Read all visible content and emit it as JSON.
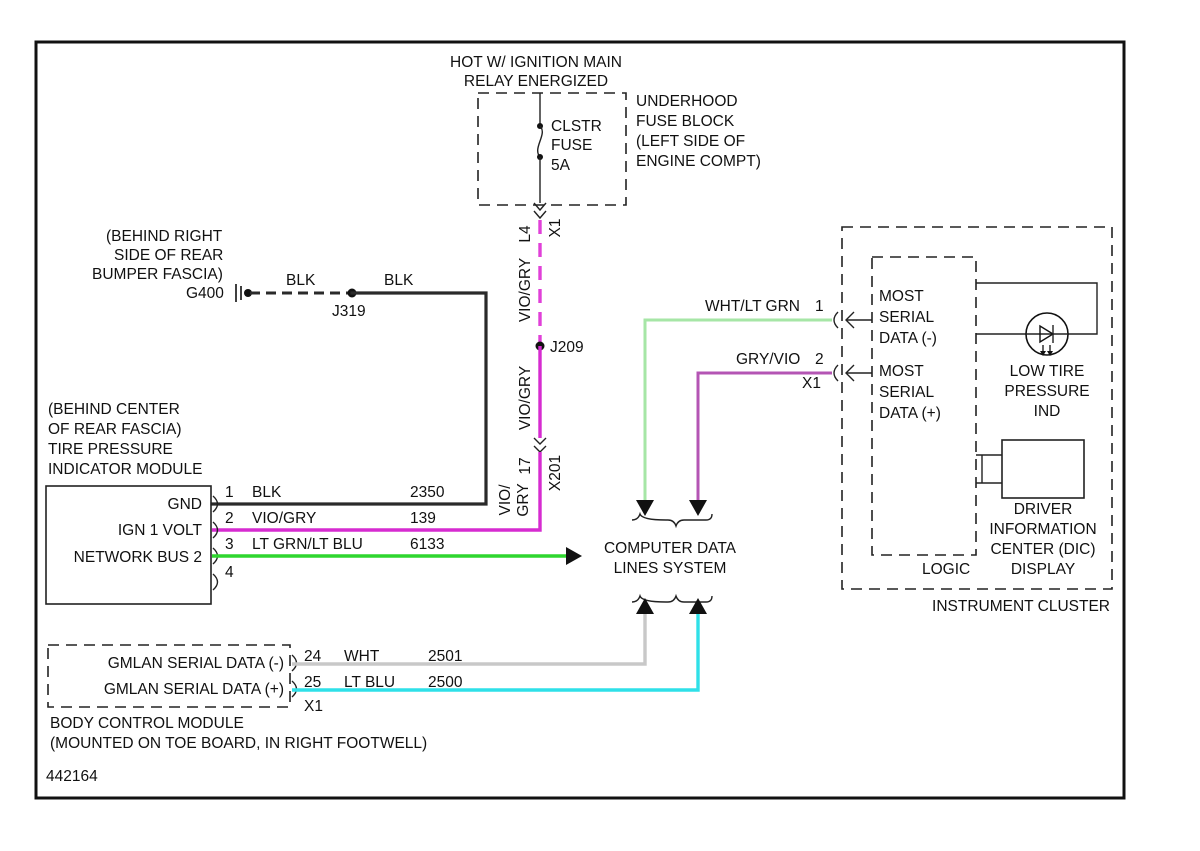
{
  "header": {
    "power_line1": "HOT W/ IGNITION MAIN",
    "power_line2": "RELAY ENERGIZED"
  },
  "fuse_block": {
    "label_lines": [
      "UNDERHOOD",
      "FUSE BLOCK",
      "(LEFT SIDE OF",
      "ENGINE COMPT)"
    ],
    "fuse_lines": [
      "CLSTR",
      "FUSE",
      "5A"
    ],
    "connector": "X1",
    "pin": "L4"
  },
  "ground": {
    "location_lines": [
      "(BEHIND RIGHT",
      "SIDE OF REAR",
      "BUMPER FASCIA)"
    ],
    "name": "G400",
    "splice": "J319",
    "wire_color_left": "BLK",
    "wire_color_right": "BLK"
  },
  "vertical_feed": {
    "color_upper": "VIO/GRY",
    "splice": "J209",
    "color_lower": "VIO/GRY",
    "connector": "X201",
    "pin": "17",
    "color_at_connector": "VIO/ GRY"
  },
  "tpm_module": {
    "location_lines": [
      "(BEHIND CENTER",
      "OF REAR FASCIA)"
    ],
    "name_lines": [
      "TIRE PRESSURE",
      "INDICATOR MODULE"
    ],
    "terminals": [
      {
        "label": "GND",
        "pin": "1",
        "color": "BLK",
        "circuit": "2350"
      },
      {
        "label": "IGN 1 VOLT",
        "pin": "2",
        "color": "VIO/GRY",
        "circuit": "139"
      },
      {
        "label": "NETWORK BUS 2",
        "pin": "3",
        "color": "LT GRN/LT BLU",
        "circuit": "6133"
      },
      {
        "label": "",
        "pin": "4",
        "color": "",
        "circuit": ""
      }
    ]
  },
  "data_lines": {
    "label_lines": [
      "COMPUTER DATA",
      "LINES SYSTEM"
    ]
  },
  "most_wires": {
    "upper_color": "WHT/LT GRN",
    "upper_pin": "1",
    "lower_color": "GRY/VIO",
    "lower_pin": "2",
    "connector": "X1"
  },
  "cluster": {
    "most_neg_lines": [
      "MOST",
      "SERIAL",
      "DATA (-)"
    ],
    "most_pos_lines": [
      "MOST",
      "SERIAL",
      "DATA (+)"
    ],
    "logic": "LOGIC",
    "lamp_lines": [
      "LOW TIRE",
      "PRESSURE",
      "IND"
    ],
    "dic_lines": [
      "DRIVER",
      "INFORMATION",
      "CENTER (DIC)",
      "DISPLAY"
    ],
    "name": "INSTRUMENT CLUSTER"
  },
  "bcm": {
    "terminals": [
      {
        "label": "GMLAN SERIAL DATA (-)",
        "pin": "24",
        "color": "WHT",
        "circuit": "2501"
      },
      {
        "label": "GMLAN SERIAL DATA (+)",
        "pin": "25",
        "color": "LT BLU",
        "circuit": "2500"
      }
    ],
    "connector": "X1",
    "name": "BODY CONTROL MODULE",
    "location": "(MOUNTED ON TOE BOARD, IN RIGHT FOOTWELL)"
  },
  "footer": {
    "figure_id": "442164"
  },
  "colors": {
    "black_wire": "#2a2a2a",
    "violet_gray_wire": "#d62bd0",
    "light_green_wire": "#2ed62e",
    "white_lt_green_wire": "#a6e6a6",
    "gray_violet_wire": "#b455b4",
    "white_wire": "#c8c8c8",
    "light_blue_wire": "#2fe0e8"
  }
}
